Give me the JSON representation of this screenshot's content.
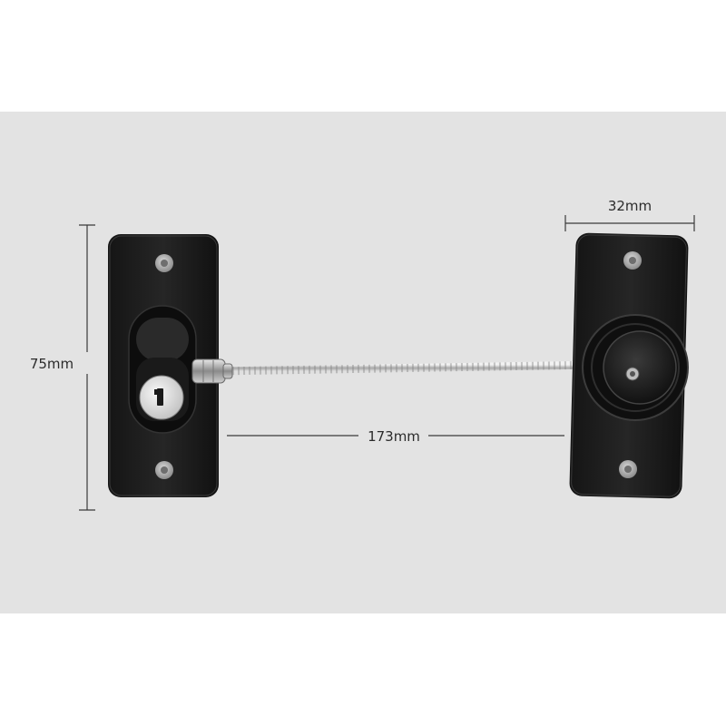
{
  "dimensions": {
    "height_label": "75mm",
    "width_label": "32mm",
    "cable_length_label": "173mm"
  },
  "colors": {
    "background_band": "#e3e3e3",
    "page": "#ffffff",
    "plate": "#1e1e1e",
    "dimension_line": "#3a3a3a",
    "cable": "#c9c9c9"
  }
}
